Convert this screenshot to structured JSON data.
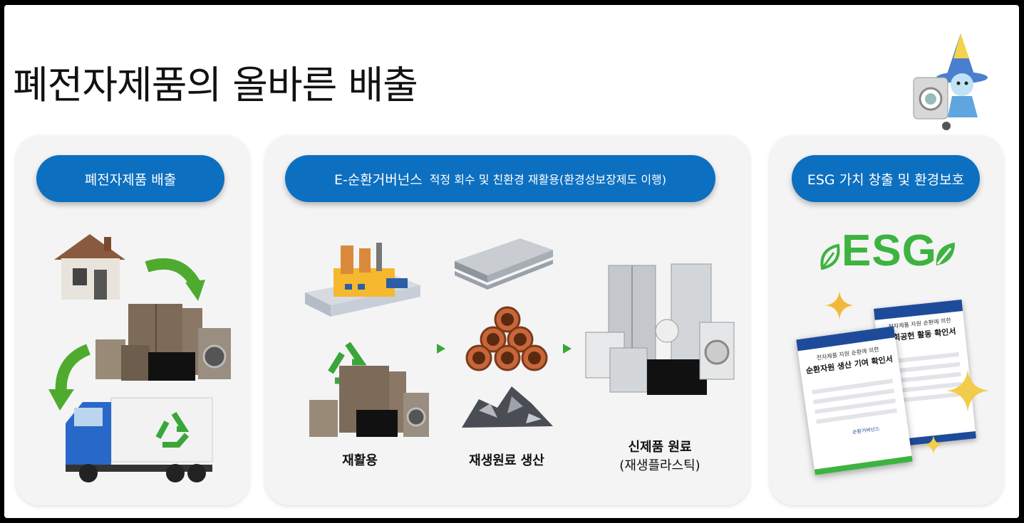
{
  "page": {
    "title": "폐전자제품의 올바른 배출"
  },
  "panel1": {
    "pill": "폐전자제품 배출"
  },
  "panel2": {
    "pill_main": "E-순환거버넌스",
    "pill_sub": "적정 회수 및 친환경 재활용(환경성보장제도 이행)",
    "captions": {
      "recycle": "재활용",
      "raw": "재생원료 생산",
      "new_line1": "신제품 원료",
      "new_line2": "(재생플라스틱)"
    }
  },
  "panel3": {
    "pill": "ESG 가치 창출 및 환경보호",
    "esg_logo": "ESG",
    "cert_back_sub": "전자제품 자원 순환에 의한",
    "cert_back_title": "사회공헌 활동 확인서",
    "cert_front_sub": "전자제품 자원 순환에 의한",
    "cert_front_title": "순환자원 생산 기여 확인서",
    "cert_logo": "순환거버넌스"
  },
  "colors": {
    "pill": "#0d6fc0",
    "green": "#3db340",
    "panel": "#f4f4f5"
  },
  "icons": [
    "house-icon",
    "curved-arrow-icon",
    "appliances-icon",
    "truck-icon",
    "recycle-icon",
    "factory-icon",
    "steel-plate-icon",
    "copper-pipes-icon",
    "scrap-icon",
    "new-appliances-icon",
    "leaf-icon",
    "sparkle-icon",
    "certificate-icon",
    "mascot-icon"
  ]
}
